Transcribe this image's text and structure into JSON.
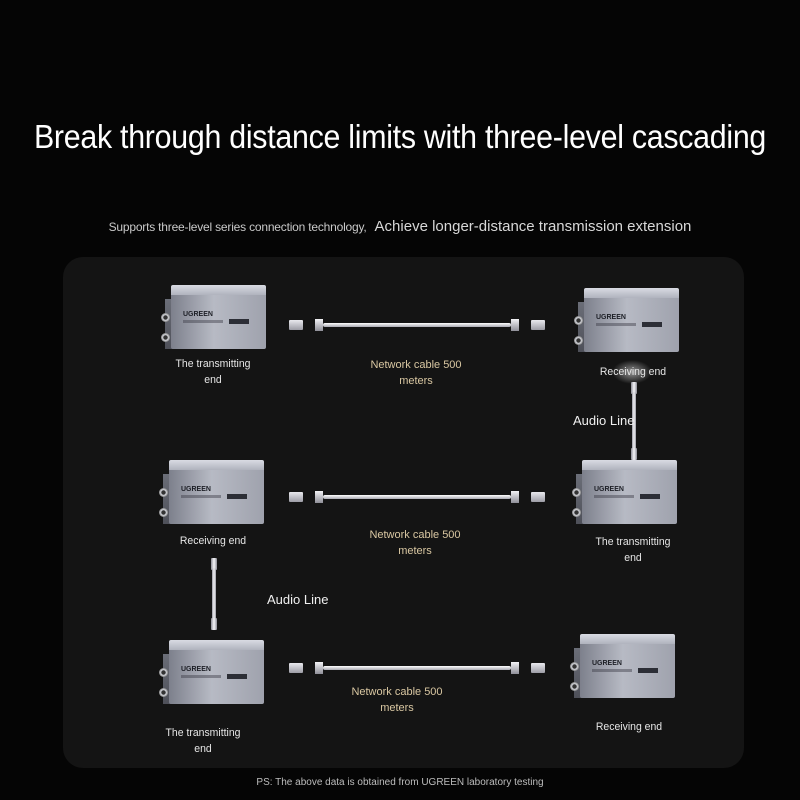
{
  "title": "Break through distance limits with three-level cascading",
  "subtitle_a": "Supports three-level series connection technology,",
  "subtitle_b": "Achieve longer-distance transmission extension",
  "brand": "UGREEN",
  "rows": [
    {
      "left_label": "The transmitting end",
      "cable_label": "Network cable 500 meters",
      "right_label": "Receiving end"
    },
    {
      "left_label": "Receiving end",
      "cable_label": "Network cable 500 meters",
      "right_label": "The transmitting end"
    },
    {
      "left_label": "The transmitting end",
      "cable_label": "Network cable 500 meters",
      "right_label": "Receiving end"
    }
  ],
  "audio_line_1": "Audio Line",
  "audio_line_2": "Audio Line",
  "footnote": "PS: The above data is obtained from UGREEN laboratory testing",
  "colors": {
    "background": "#050505",
    "panel": "#141414",
    "cable_text": "#d9c7a2"
  }
}
